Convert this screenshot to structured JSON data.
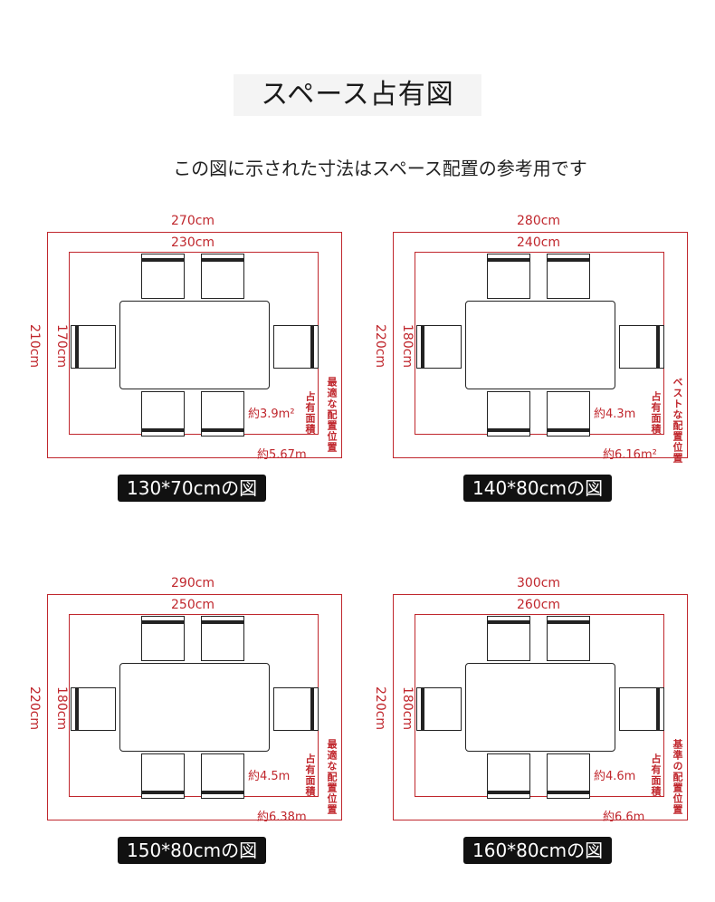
{
  "title": "スペース占有図",
  "subtitle": "この図に示された寸法はスペース配置の参考用です",
  "diagrams": [
    {
      "outer_w": "270cm",
      "inner_w": "230cm",
      "outer_h": "210cm",
      "inner_h": "170cm",
      "area_inner": "約3.9m²",
      "area_outer": "約5.67m",
      "label_inner": "占有面積",
      "label_outer": "最適な配置位置",
      "caption": "130*70cmの図"
    },
    {
      "outer_w": "280cm",
      "inner_w": "240cm",
      "outer_h": "220cm",
      "inner_h": "180cm",
      "area_inner": "約4.3m",
      "area_outer": "約6.16m²",
      "label_inner": "占有面積",
      "label_outer": "ベストな配置位置",
      "caption": "140*80cmの図"
    },
    {
      "outer_w": "290cm",
      "inner_w": "250cm",
      "outer_h": "220cm",
      "inner_h": "180cm",
      "area_inner": "約4.5m",
      "area_outer": "約6.38m",
      "label_inner": "占有面積",
      "label_outer": "最適な配置位置",
      "caption": "150*80cmの図"
    },
    {
      "outer_w": "300cm",
      "inner_w": "260cm",
      "outer_h": "220cm",
      "inner_h": "180cm",
      "area_inner": "約4.6m",
      "area_outer": "約6.6m",
      "label_inner": "占有面積",
      "label_outer": "基準の配置位置",
      "caption": "160*80cmの図"
    }
  ]
}
